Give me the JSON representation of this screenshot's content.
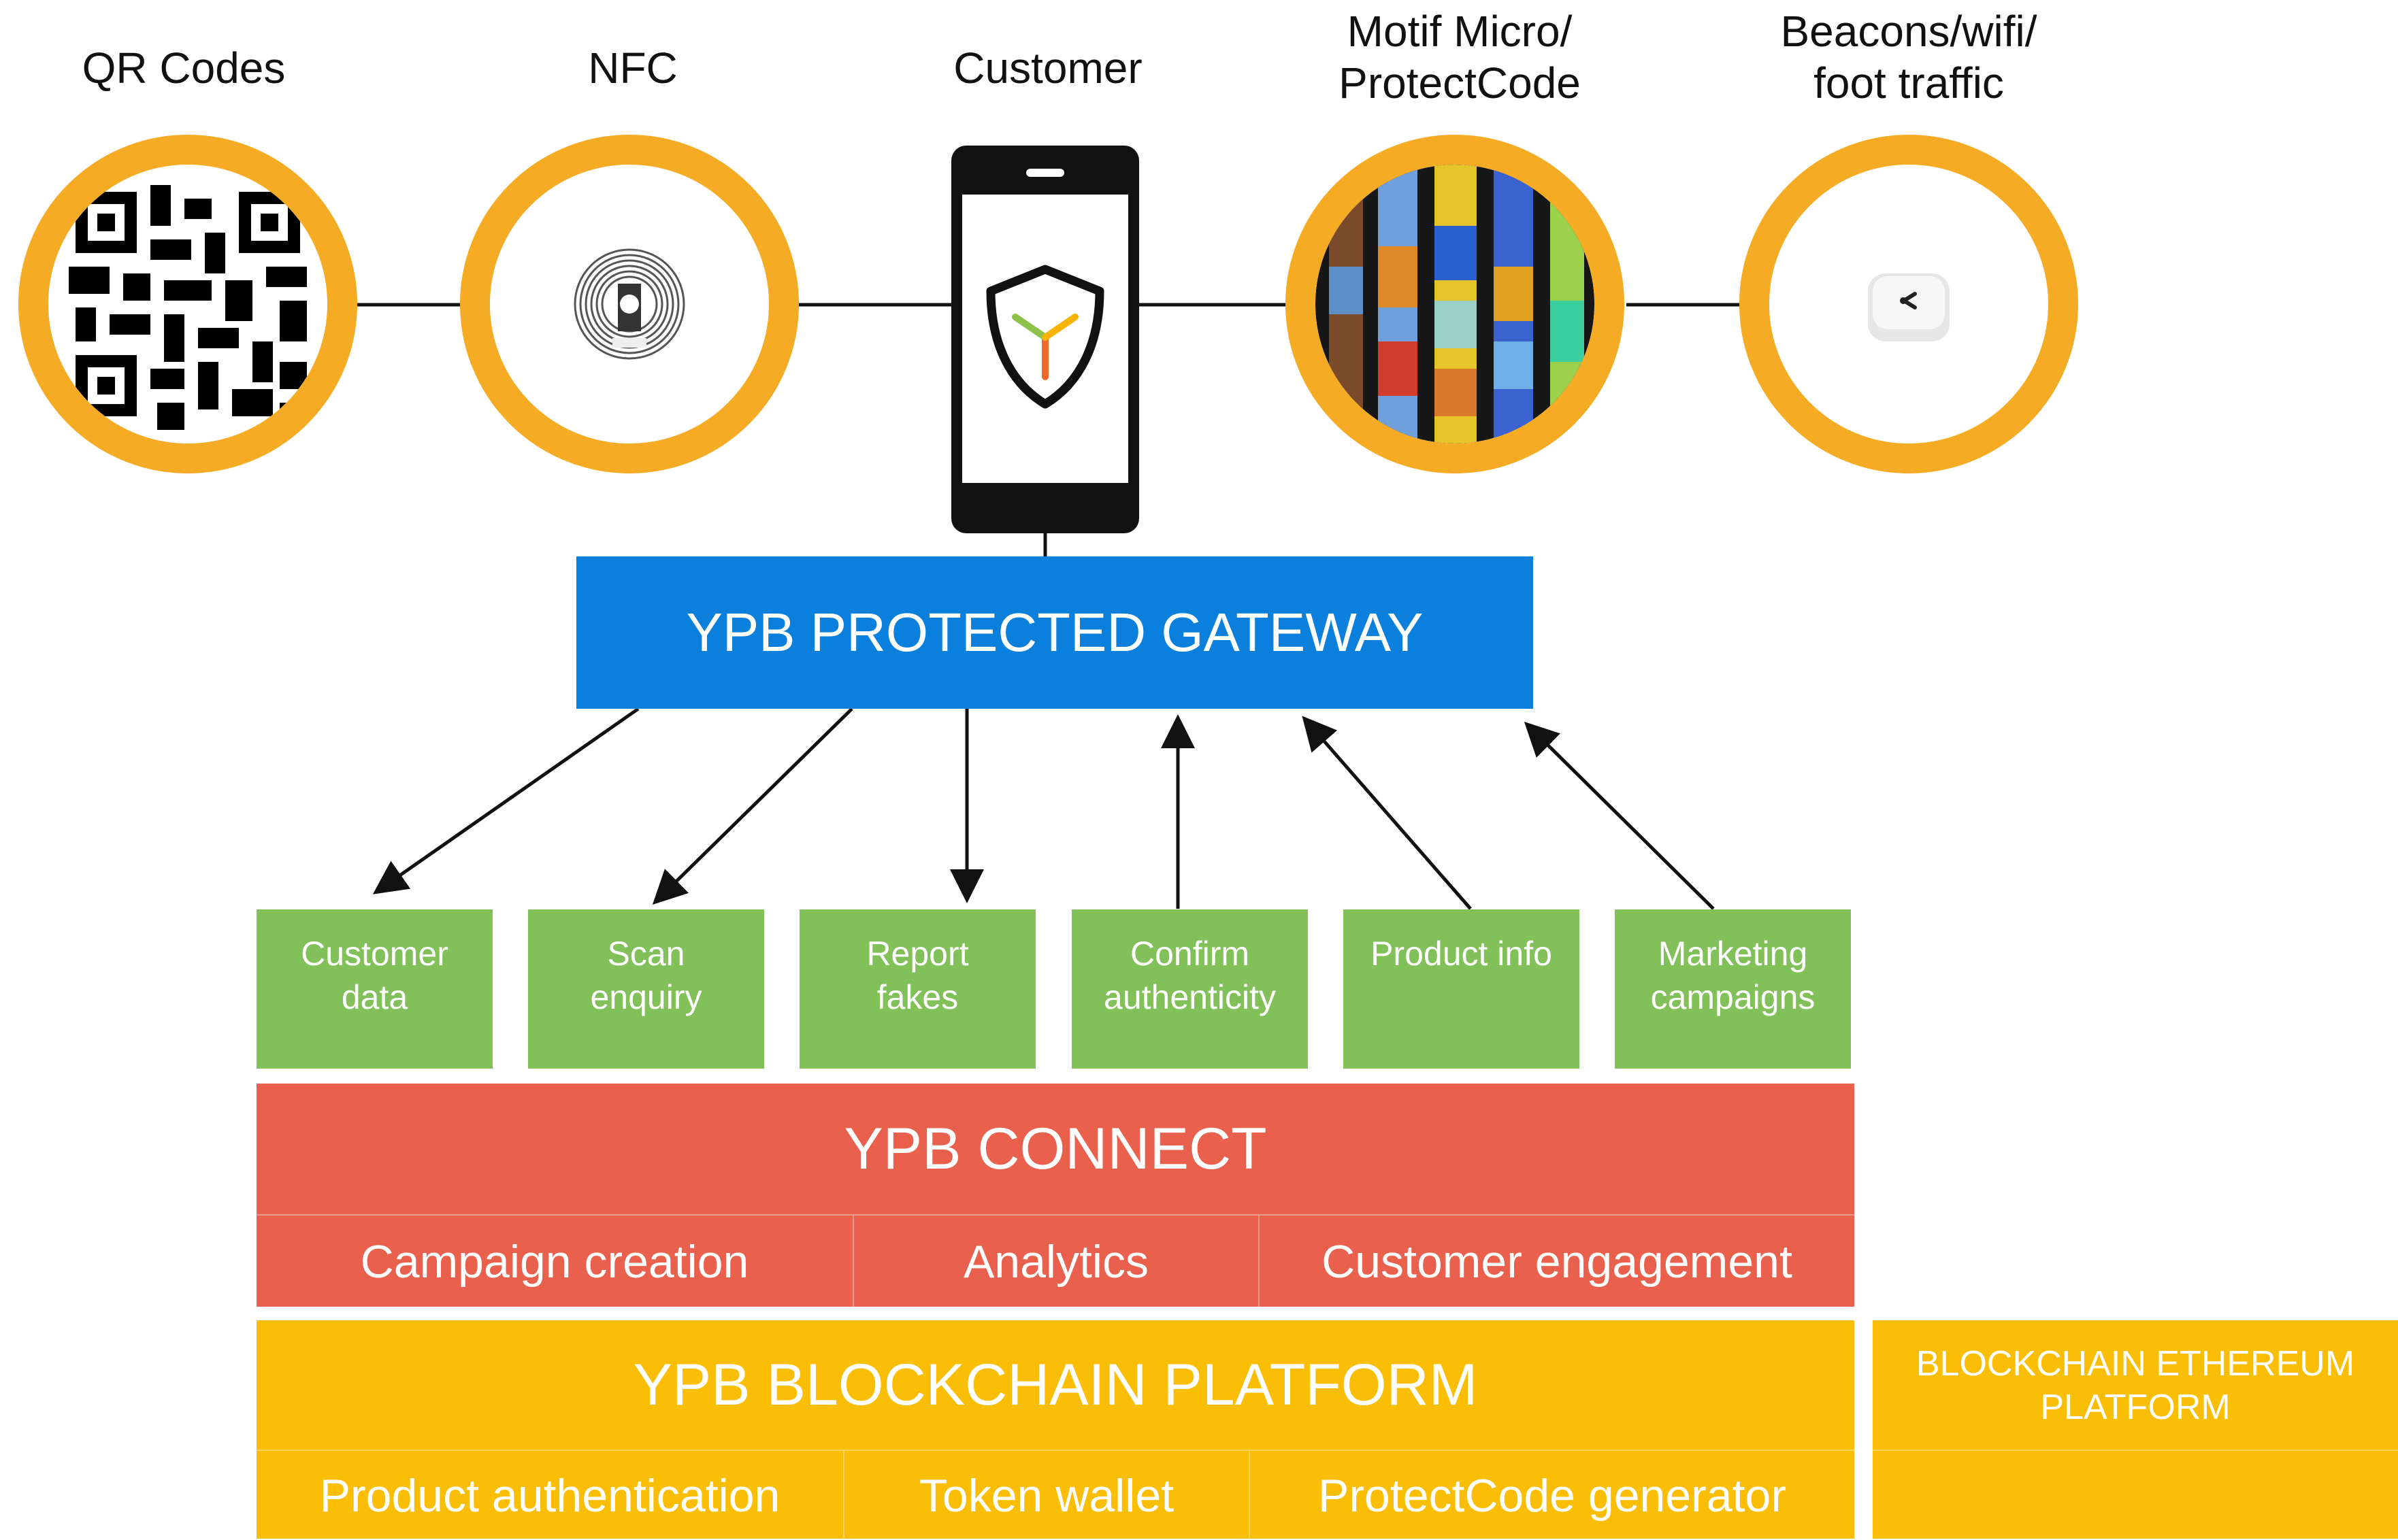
{
  "top_items": [
    {
      "label": "QR Codes"
    },
    {
      "label": "NFC"
    },
    {
      "label": "Customer"
    },
    {
      "label": "Motif Micro/\nProtectCode"
    },
    {
      "label": "Beacons/wifi/\nfoot traffic"
    }
  ],
  "gateway": {
    "title": "YPB PROTECTED GATEWAY"
  },
  "services": [
    {
      "label": "Customer\ndata"
    },
    {
      "label": "Scan\nenquiry"
    },
    {
      "label": "Report\nfakes"
    },
    {
      "label": "Confirm\nauthenticity"
    },
    {
      "label": "Product info"
    },
    {
      "label": "Marketing\ncampaigns"
    }
  ],
  "connect": {
    "title": "YPB CONNECT",
    "modules": [
      "Campaign creation",
      "Analytics",
      "Customer engagement"
    ]
  },
  "blockchain": {
    "title": "YPB BLOCKCHAIN PLATFORM",
    "modules": [
      "Product authentication",
      "Token wallet",
      "ProtectCode generator"
    ]
  },
  "ethereum": {
    "title": "BLOCKCHAIN ETHEREUM\nPLATFORM"
  },
  "colors": {
    "ring": "#f5ab23",
    "gateway": "#0a80dc",
    "service": "#82c15a",
    "connect": "#e9604d",
    "blockchain": "#fbbe06"
  }
}
